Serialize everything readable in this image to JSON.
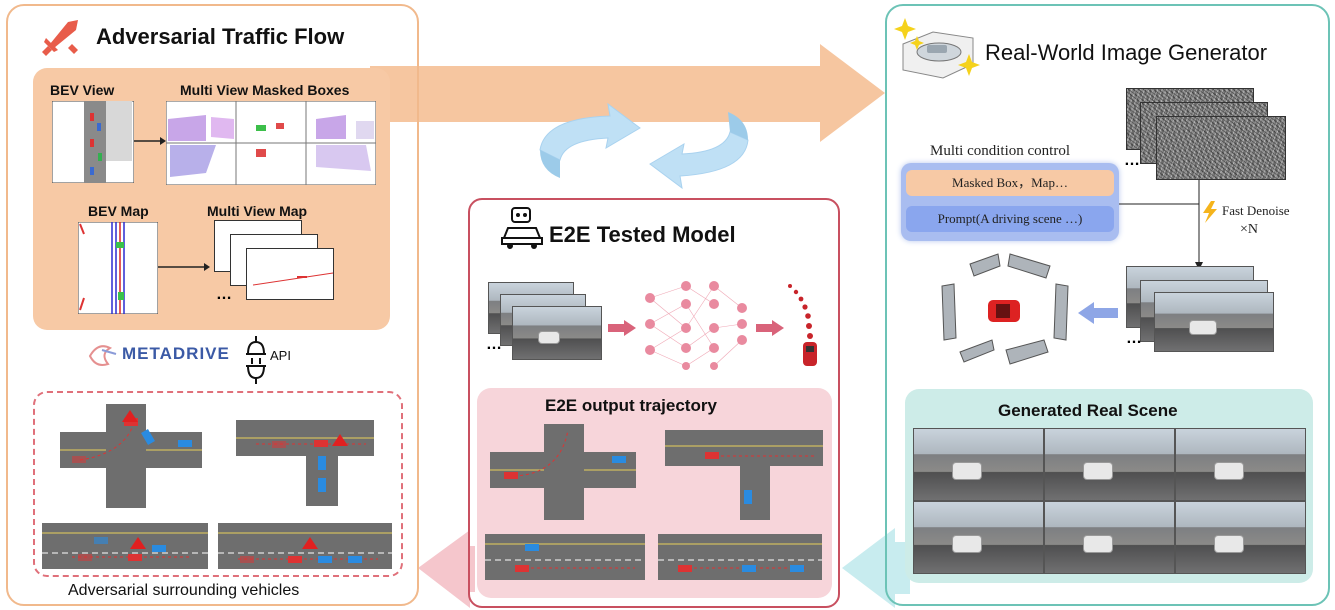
{
  "colors": {
    "orange_panel": "#f7c9a5",
    "orange_border": "#f1b98c",
    "teal_border": "#6cc3b6",
    "teal_fill": "#cdece8",
    "red_border": "#c85060",
    "pink_fill": "#f7d5da",
    "blue_pill": "#a9bdf0",
    "arrow_orange": "#f6c6a0",
    "arrow_pink": "#f5c6cc",
    "arrow_teal": "#c8ecef",
    "cycle_blue": "#bfe0f5"
  },
  "adversarial": {
    "title": "Adversarial Traffic Flow",
    "bev_view": "BEV View",
    "multi_view_masked": "Multi View Masked Boxes",
    "bev_map": "BEV Map",
    "multi_view_map": "Multi View Map",
    "ellipsis": "…",
    "metadrive": "METADRIVE",
    "api": "API",
    "caption": "Adversarial surrounding vehicles",
    "icon": "sword-icon"
  },
  "e2e": {
    "title": "E2E Tested Model",
    "output_title": "E2E output trajectory",
    "ellipsis": "…",
    "icon": "robot-car-icon"
  },
  "generator": {
    "title": "Real-World Image Generator",
    "multi_condition": "Multi condition control",
    "masked_box": "Masked Box，Map…",
    "prompt": "Prompt(A driving scene …)",
    "fast_denoise": "Fast Denoise",
    "times_n": "×N",
    "generated_title": "Generated Real Scene",
    "ellipsis": "…"
  }
}
